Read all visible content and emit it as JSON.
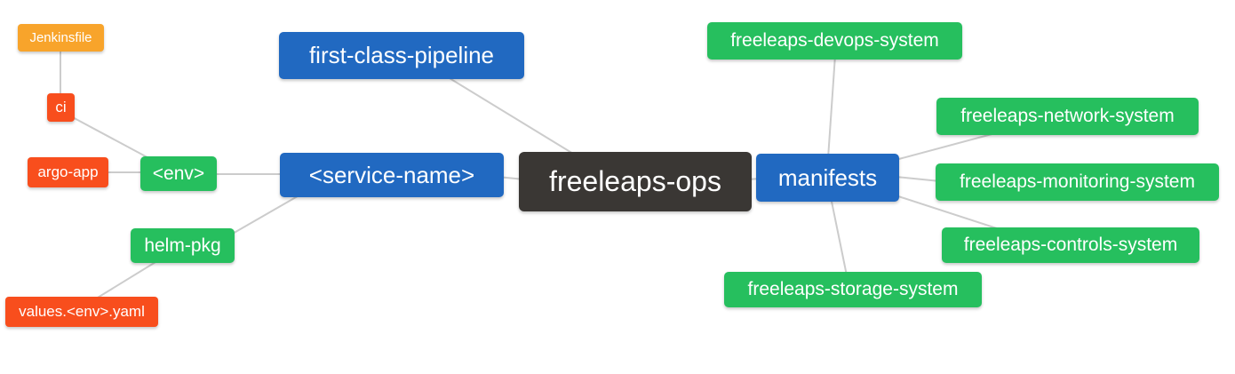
{
  "mindmap": {
    "nodes": {
      "freeleaps_ops": {
        "label": "freeleaps-ops",
        "role": "root",
        "color": "#3a3734"
      },
      "first_class_pipeline": {
        "label": "first-class-pipeline",
        "role": "branch",
        "color": "#2169c1"
      },
      "service_name": {
        "label": "<service-name>",
        "role": "branch",
        "color": "#2169c1"
      },
      "manifests": {
        "label": "manifests",
        "role": "branch",
        "color": "#2169c1"
      },
      "env": {
        "label": "<env>",
        "role": "leaf",
        "color": "#26bf5e"
      },
      "helm_pkg": {
        "label": "helm-pkg",
        "role": "leaf",
        "color": "#26bf5e"
      },
      "ci": {
        "label": "ci",
        "role": "detail",
        "color": "#f84e1d"
      },
      "argo_app": {
        "label": "argo-app",
        "role": "detail",
        "color": "#f84e1d"
      },
      "values_env_yaml": {
        "label": "values.<env>.yaml",
        "role": "detail",
        "color": "#f84e1d"
      },
      "jenkinsfile": {
        "label": "Jenkinsfile",
        "role": "file",
        "color": "#f8a42b"
      },
      "freeleaps_devops_system": {
        "label": "freeleaps-devops-system",
        "role": "leaf",
        "color": "#26bf5e"
      },
      "freeleaps_network_system": {
        "label": "freeleaps-network-system",
        "role": "leaf",
        "color": "#26bf5e"
      },
      "freeleaps_monitoring_system": {
        "label": "freeleaps-monitoring-system",
        "role": "leaf",
        "color": "#26bf5e"
      },
      "freeleaps_controls_system": {
        "label": "freeleaps-controls-system",
        "role": "leaf",
        "color": "#26bf5e"
      },
      "freeleaps_storage_system": {
        "label": "freeleaps-storage-system",
        "role": "leaf",
        "color": "#26bf5e"
      }
    },
    "edges": [
      {
        "from": "freeleaps-ops",
        "to": "first-class-pipeline"
      },
      {
        "from": "freeleaps-ops",
        "to": "<service-name>"
      },
      {
        "from": "freeleaps-ops",
        "to": "manifests"
      },
      {
        "from": "<service-name>",
        "to": "<env>"
      },
      {
        "from": "<service-name>",
        "to": "helm-pkg"
      },
      {
        "from": "<env>",
        "to": "ci"
      },
      {
        "from": "<env>",
        "to": "argo-app"
      },
      {
        "from": "ci",
        "to": "Jenkinsfile"
      },
      {
        "from": "helm-pkg",
        "to": "values.<env>.yaml"
      },
      {
        "from": "manifests",
        "to": "freeleaps-devops-system"
      },
      {
        "from": "manifests",
        "to": "freeleaps-network-system"
      },
      {
        "from": "manifests",
        "to": "freeleaps-monitoring-system"
      },
      {
        "from": "manifests",
        "to": "freeleaps-controls-system"
      },
      {
        "from": "manifests",
        "to": "freeleaps-storage-system"
      }
    ],
    "colors": {
      "root": "#3a3734",
      "branch": "#2169c1",
      "leaf": "#26bf5e",
      "detail": "#f84e1d",
      "file": "#f8a42b",
      "edge_line": "#cccccc",
      "text": "#ffffff",
      "background": "#ffffff"
    }
  }
}
